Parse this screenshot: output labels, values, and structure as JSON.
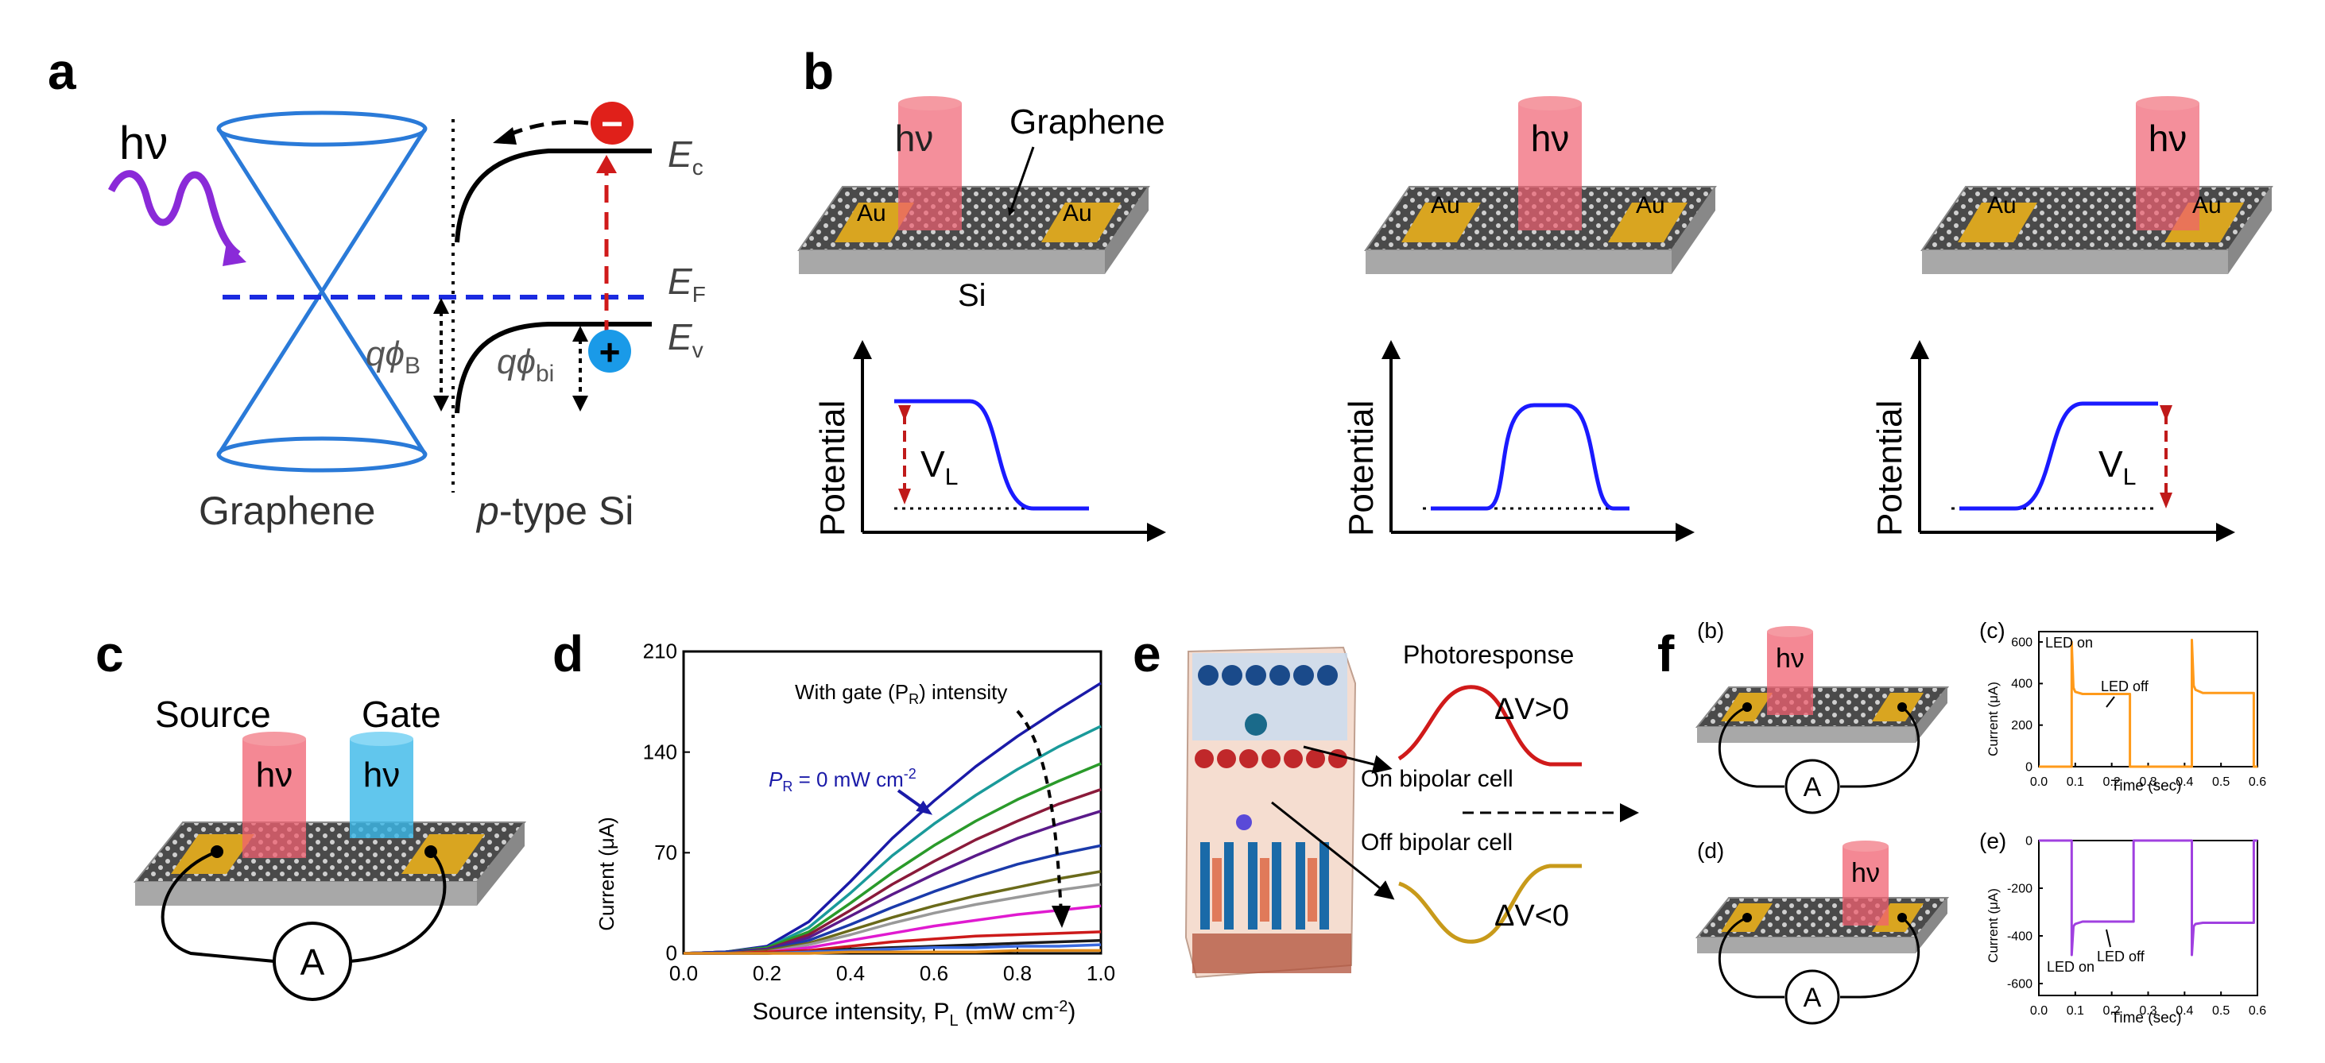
{
  "panels": {
    "a": {
      "label": "a",
      "hv": "hν",
      "ec": "E",
      "ec_sub": "c",
      "ef": "E",
      "ef_sub": "F",
      "ev": "E",
      "ev_sub": "v",
      "phiB": "qϕ",
      "phiB_sub": "B",
      "phibi": "qϕ",
      "phibi_sub": "bi",
      "minus": "−",
      "plus": "+",
      "graphene": "Graphene",
      "si_prefix": "p",
      "si_suffix": "-type Si"
    },
    "b": {
      "label": "b",
      "graphene": "Graphene",
      "si": "Si",
      "au": "Au",
      "hv": "hν",
      "potential": "Potential",
      "vl": "V",
      "vl_sub": "L"
    },
    "c": {
      "label": "c",
      "source": "Source",
      "gate": "Gate",
      "hv": "hν",
      "ammeter": "A"
    },
    "e": {
      "label": "e",
      "photoresponse": "Photoresponse",
      "dv_pos": "ΔV>0",
      "dv_neg": "ΔV<0",
      "on_bipolar": "On bipolar cell",
      "off_bipolar": "Off bipolar cell"
    },
    "f": {
      "label": "f",
      "sub_b": "(b)",
      "sub_c": "(c)",
      "sub_d": "(d)",
      "sub_e": "(e)",
      "hv": "hν",
      "ammeter": "A",
      "led_on": "LED on",
      "led_off": "LED off"
    }
  },
  "chart_data": [
    {
      "panel": "d",
      "label": "d",
      "type": "line",
      "xlabel_main": "Source intensity, P",
      "xlabel_sub": "L",
      "xlabel_unit": " (mW cm",
      "xlabel_exp": "-2",
      "xlabel_close": ")",
      "ylabel": "Current (μA)",
      "xlim": [
        0.0,
        1.0
      ],
      "ylim": [
        0,
        210
      ],
      "xticks": [
        "0.0",
        "0.2",
        "0.4",
        "0.6",
        "0.8",
        "1.0"
      ],
      "yticks": [
        "0",
        "70",
        "140",
        "210"
      ],
      "annotation_gate": "With gate (P",
      "annotation_gate_sub": "R",
      "annotation_gate_end": ") intensity",
      "annotation_pr": "P",
      "annotation_pr_sub": "R",
      "annotation_pr_end": " = 0 mW cm",
      "annotation_pr_exp": "-2",
      "series": [
        {
          "color": "#1a1aa8",
          "x": [
            0.0,
            0.1,
            0.2,
            0.3,
            0.4,
            0.5,
            0.6,
            0.7,
            0.8,
            0.9,
            1.0
          ],
          "values": [
            0,
            1,
            5,
            22,
            50,
            80,
            106,
            130,
            151,
            170,
            188
          ]
        },
        {
          "color": "#1a9a9a",
          "x": [
            0.0,
            0.1,
            0.2,
            0.3,
            0.4,
            0.5,
            0.6,
            0.7,
            0.8,
            0.9,
            1.0
          ],
          "values": [
            0,
            1,
            4,
            18,
            42,
            68,
            90,
            110,
            128,
            144,
            158
          ]
        },
        {
          "color": "#2a9a2a",
          "x": [
            0.0,
            0.1,
            0.2,
            0.3,
            0.4,
            0.5,
            0.6,
            0.7,
            0.8,
            0.9,
            1.0
          ],
          "values": [
            0,
            1,
            4,
            15,
            35,
            56,
            75,
            92,
            107,
            120,
            132
          ]
        },
        {
          "color": "#8a1a3a",
          "x": [
            0.0,
            0.1,
            0.2,
            0.3,
            0.4,
            0.5,
            0.6,
            0.7,
            0.8,
            0.9,
            1.0
          ],
          "values": [
            0,
            1,
            3,
            13,
            30,
            48,
            64,
            79,
            92,
            104,
            114
          ]
        },
        {
          "color": "#5a1a8a",
          "x": [
            0.0,
            0.1,
            0.2,
            0.3,
            0.4,
            0.5,
            0.6,
            0.7,
            0.8,
            0.9,
            1.0
          ],
          "values": [
            0,
            1,
            3,
            11,
            26,
            41,
            55,
            68,
            80,
            90,
            99
          ]
        },
        {
          "color": "#1a3aaa",
          "x": [
            0.0,
            0.1,
            0.2,
            0.3,
            0.4,
            0.5,
            0.6,
            0.7,
            0.8,
            0.9,
            1.0
          ],
          "values": [
            0,
            1,
            2,
            9,
            20,
            32,
            43,
            53,
            62,
            69,
            75
          ]
        },
        {
          "color": "#6a6a1a",
          "x": [
            0.0,
            0.1,
            0.2,
            0.3,
            0.4,
            0.5,
            0.6,
            0.7,
            0.8,
            0.9,
            1.0
          ],
          "values": [
            0,
            0,
            2,
            7,
            16,
            25,
            33,
            40,
            46,
            52,
            57
          ]
        },
        {
          "color": "#999999",
          "x": [
            0.0,
            0.1,
            0.2,
            0.3,
            0.4,
            0.5,
            0.6,
            0.7,
            0.8,
            0.9,
            1.0
          ],
          "values": [
            0,
            0,
            1,
            6,
            13,
            21,
            28,
            34,
            39,
            44,
            48
          ]
        },
        {
          "color": "#e01ad0",
          "x": [
            0.0,
            0.1,
            0.2,
            0.3,
            0.4,
            0.5,
            0.6,
            0.7,
            0.8,
            0.9,
            1.0
          ],
          "values": [
            0,
            0,
            1,
            4,
            9,
            14,
            19,
            23,
            27,
            30,
            33
          ]
        },
        {
          "color": "#cc1a1a",
          "x": [
            0.0,
            0.1,
            0.2,
            0.3,
            0.4,
            0.5,
            0.6,
            0.7,
            0.8,
            0.9,
            1.0
          ],
          "values": [
            0,
            0,
            1,
            2,
            5,
            8,
            10,
            12,
            13,
            14,
            15
          ]
        },
        {
          "color": "#1a1a1a",
          "x": [
            0.0,
            0.1,
            0.2,
            0.3,
            0.4,
            0.5,
            0.6,
            0.7,
            0.8,
            0.9,
            1.0
          ],
          "values": [
            0,
            0,
            0,
            1,
            3,
            4,
            5,
            6,
            7,
            8,
            9
          ]
        },
        {
          "color": "#3a6ae0",
          "x": [
            0.0,
            0.1,
            0.2,
            0.3,
            0.4,
            0.5,
            0.6,
            0.7,
            0.8,
            0.9,
            1.0
          ],
          "values": [
            0,
            0,
            0,
            1,
            2,
            3,
            4,
            4,
            5,
            5,
            6
          ]
        },
        {
          "color": "#e08a1a",
          "x": [
            0.0,
            0.1,
            0.2,
            0.3,
            0.4,
            0.5,
            0.6,
            0.7,
            0.8,
            0.9,
            1.0
          ],
          "values": [
            0,
            0,
            0,
            0,
            1,
            1,
            1,
            1,
            2,
            2,
            2
          ]
        }
      ]
    },
    {
      "panel": "f-c",
      "type": "line",
      "xlabel": "Time (sec)",
      "ylabel": "Current (μA)",
      "xlim": [
        0.0,
        0.6
      ],
      "ylim": [
        0,
        650
      ],
      "xticks": [
        "0.0",
        "0.1",
        "0.2",
        "0.3",
        "0.4",
        "0.5",
        "0.6"
      ],
      "yticks": [
        "0",
        "200",
        "400",
        "600"
      ],
      "color": "#ff9a1a",
      "x": [
        0.0,
        0.09,
        0.09,
        0.095,
        0.1,
        0.12,
        0.25,
        0.25,
        0.42,
        0.42,
        0.425,
        0.43,
        0.45,
        0.59,
        0.59,
        0.6
      ],
      "values": [
        0,
        0,
        600,
        380,
        360,
        350,
        350,
        0,
        0,
        610,
        390,
        370,
        355,
        355,
        0,
        0
      ]
    },
    {
      "panel": "f-e",
      "type": "line",
      "xlabel": "Time (sec)",
      "ylabel": "Current (μA)",
      "xlim": [
        0.0,
        0.6
      ],
      "ylim": [
        -650,
        0
      ],
      "xticks": [
        "0.0",
        "0.1",
        "0.2",
        "0.3",
        "0.4",
        "0.5",
        "0.6"
      ],
      "yticks": [
        "0",
        "-200",
        "-400",
        "-600"
      ],
      "color": "#a040e0",
      "x": [
        0.0,
        0.09,
        0.09,
        0.095,
        0.1,
        0.12,
        0.26,
        0.26,
        0.42,
        0.42,
        0.425,
        0.43,
        0.45,
        0.59,
        0.59,
        0.6
      ],
      "values": [
        0,
        0,
        -480,
        -360,
        -350,
        -340,
        -340,
        0,
        0,
        -480,
        -360,
        -350,
        -345,
        -345,
        0,
        0
      ]
    }
  ]
}
